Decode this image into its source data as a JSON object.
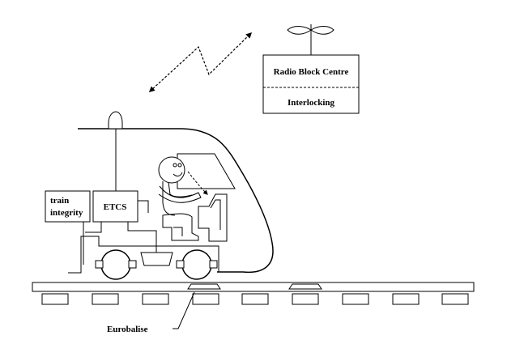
{
  "diagram": {
    "rbc_label": "Radio Block Centre",
    "interlocking_label": "Interlocking",
    "train_integrity_line1": "train",
    "train_integrity_line2": "integrity",
    "etcs_label": "ETCS",
    "eurobalise_label": "Eurobalise"
  }
}
